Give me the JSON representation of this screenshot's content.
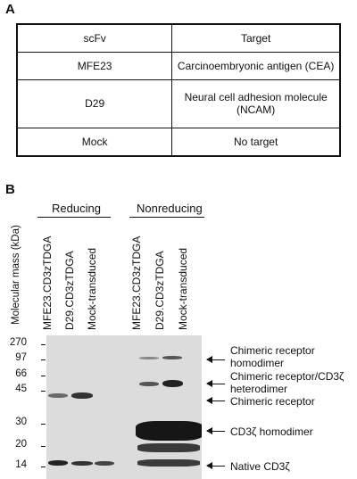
{
  "panel_a": {
    "label": "A",
    "table": {
      "headers": [
        "scFv",
        "Target"
      ],
      "rows": [
        [
          "MFE23",
          "Carcinoembryonic antigen (CEA)"
        ],
        [
          "D29",
          "Neural cell adhesion molecule (NCAM)"
        ],
        [
          "Mock",
          "No target"
        ]
      ]
    }
  },
  "panel_b": {
    "label": "B",
    "y_axis_label": "Molecular mass (kDa)",
    "conditions": [
      "Reducing",
      "Nonreducing"
    ],
    "lanes": [
      "MFE23.CD3zTDGA",
      "D29.CD3zTDGA",
      "Mock-transduced",
      "MFE23.CD3zTDGA",
      "D29.CD3zTDGA",
      "Mock-transduced"
    ],
    "markers": [
      "270",
      "97",
      "66",
      "45",
      "30",
      "20",
      "14"
    ],
    "annotations": [
      "Chimeric receptor homodimer",
      "Chimeric receptor/CD3ζ heterodimer",
      "Chimeric receptor",
      "CD3ζ homodimer",
      "Native CD3ζ"
    ]
  }
}
